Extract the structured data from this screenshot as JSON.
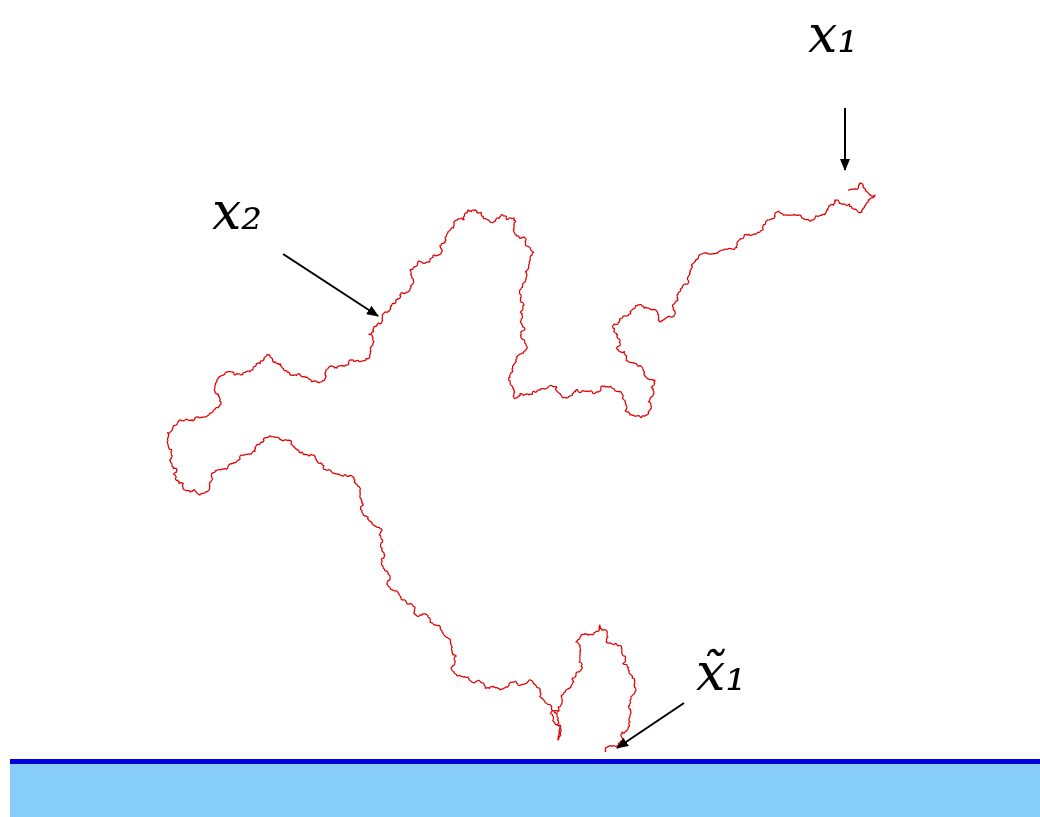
{
  "diagram": {
    "labels": [
      "x₁",
      "x₂",
      "x̃₁"
    ]
  }
}
